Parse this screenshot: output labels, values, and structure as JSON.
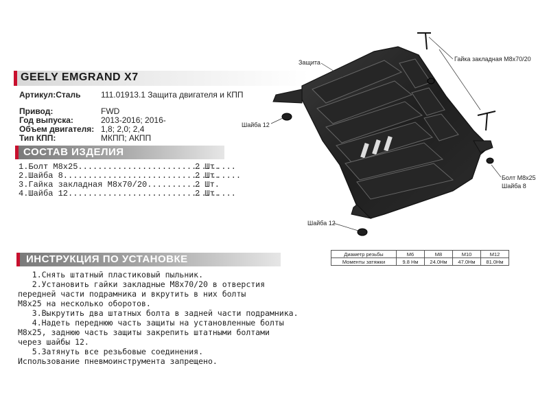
{
  "header": {
    "title": "GEELY EMGRAND X7"
  },
  "specs": {
    "article": {
      "label": "Артикул:Сталь",
      "value": "111.01913.1 Защита двигателя и КПП"
    },
    "drive": {
      "label": "Привод:",
      "value": "FWD"
    },
    "year": {
      "label": "Год выпуска:",
      "value": "2013-2016; 2016-"
    },
    "engine": {
      "label": "Объем двигателя:",
      "value": "1,8; 2,0; 2,4"
    },
    "gearbox": {
      "label": "Тип КПП:",
      "value": "МКПП; АКПП"
    }
  },
  "kit": {
    "heading": "СОСТАВ ИЗДЕЛИЯ",
    "items": [
      {
        "name": "1.Болт М8х25................................",
        "qty": "2 Шт."
      },
      {
        "name": "2.Шайба 8....................................",
        "qty": "2 Шт."
      },
      {
        "name": "3.Гайка закладная М8х70/20...........",
        "qty": "2 Шт."
      },
      {
        "name": "4.Шайба 12..................................",
        "qty": "2 Шт."
      }
    ]
  },
  "instructions": {
    "heading": "ИНСТРУКЦИЯ ПО УСТАНОВКЕ",
    "lines": [
      "   1.Снять штатный пластиковый пыльник.",
      "   2.Установить гайки закладные М8х70/20 в отверстия",
      "передней части подрамника и вкрутить в них болты",
      "М8х25 на несколько оборотов.",
      "   3.Выкрутить два штатных болта в задней части подрамника.",
      "   4.Надеть переднюю часть защиты на установленные болты",
      "М8х25, заднюю часть защиты закрепить штатными болтами",
      "через шайбы 12.",
      "   5.Затянуть все резьбовые соединения.",
      "Использование пневмоинструмента запрещено."
    ]
  },
  "callouts": {
    "shield": "Защита",
    "nut": "Гайка закладная М8х70/20",
    "washer12_top": "Шайба 12",
    "bolt": "Болт М8х25",
    "washer8": "Шайба 8",
    "washer12_bottom": "Шайба 12"
  },
  "torque_table": {
    "row1_label": "Диаметр резьбы",
    "row2_label": "Моменты затяжки",
    "sizes": [
      "M6",
      "M8",
      "M10",
      "M12"
    ],
    "torques": [
      "9.8 Нм",
      "24.0Нм",
      "47.0Нм",
      "81.0Нм"
    ]
  },
  "colors": {
    "accent": "#c8102e",
    "section_bg": "#8a8a8a"
  }
}
